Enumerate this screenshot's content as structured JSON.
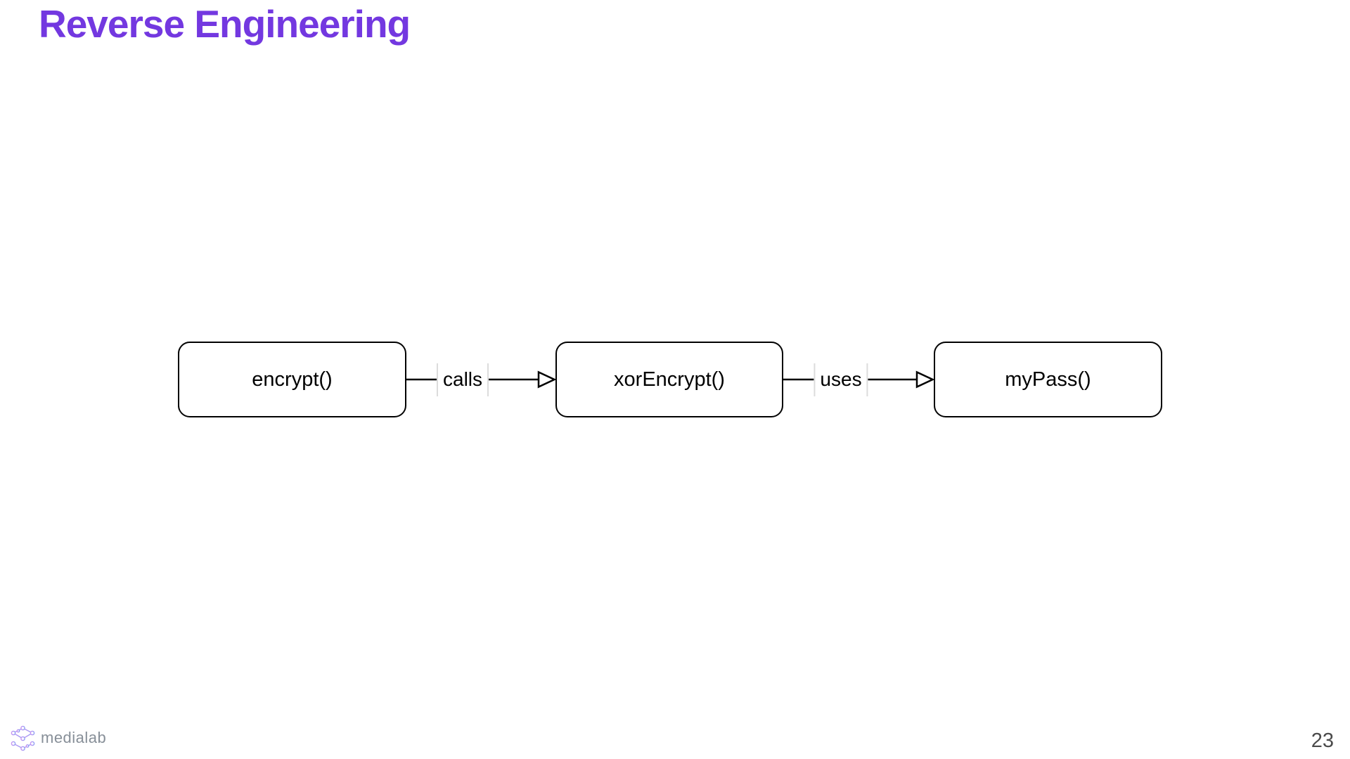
{
  "title": "Reverse Engineering",
  "colors": {
    "title_accent": "#7338e0",
    "node_fill": "#ffffff",
    "node_border": "#000000",
    "edge_line": "#000000",
    "edge_label_guide": "#dcdcdc",
    "brand_text": "#878f98",
    "page_number": "#4b4b4b",
    "logo_gradient_left": "#c993f2",
    "logo_gradient_right": "#8f9ff4"
  },
  "diagram": {
    "type": "call-graph",
    "nodes": [
      {
        "id": "encrypt",
        "label": "encrypt()"
      },
      {
        "id": "xorEncrypt",
        "label": "xorEncrypt()"
      },
      {
        "id": "myPass",
        "label": "myPass()"
      }
    ],
    "edges": [
      {
        "from": "encrypt",
        "to": "xorEncrypt",
        "label": "calls",
        "arrowhead": "open-triangle"
      },
      {
        "from": "xorEncrypt",
        "to": "myPass",
        "label": "uses",
        "arrowhead": "open-triangle"
      }
    ]
  },
  "footer": {
    "brand": "medialab",
    "logo_icon": "cube-wireframe-icon",
    "page_number": "23"
  }
}
